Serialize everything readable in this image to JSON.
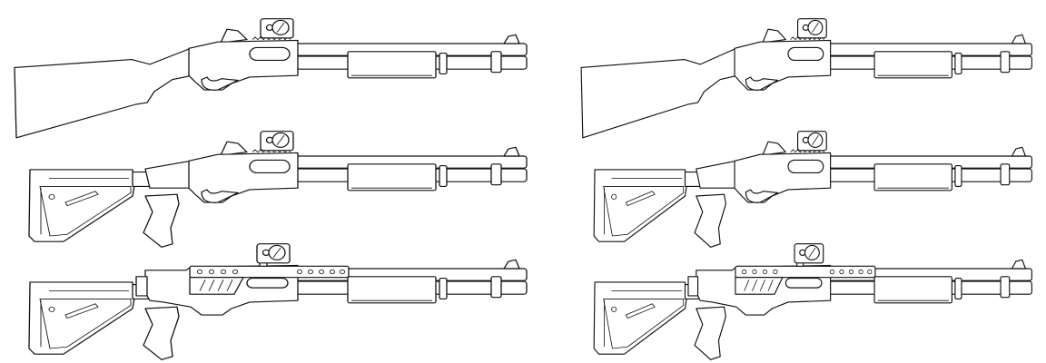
{
  "illustration": {
    "panels": [
      {
        "id": "left",
        "variants": [
          "fixed-stock",
          "collapsible-stock-pistol-grip",
          "collapsible-stock-pistol-grip-rail-receiver"
        ]
      },
      {
        "id": "right",
        "variants": [
          "fixed-stock",
          "collapsible-stock-pistol-grip",
          "collapsible-stock-pistol-grip-rail-receiver"
        ]
      }
    ],
    "line_color": "#111111",
    "background": "#ffffff"
  }
}
